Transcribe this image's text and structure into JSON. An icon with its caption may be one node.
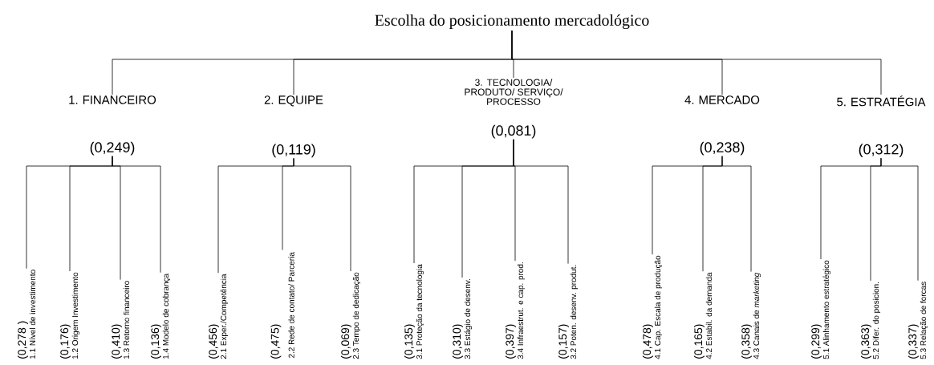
{
  "diagram": {
    "nodes": [
      {
        "text": [
          "Escolha do posicionamento mercadológico"
        ]
      },
      {
        "text": [
          "1. FINANCEIRO",
          "(0,249)"
        ]
      },
      {
        "text": [
          "2. EQUIPE",
          "(0,119)"
        ]
      },
      {
        "text": [
          "3. TECNOLOGIA/ PRODUTO/ SERVIÇO/ PROCESSO",
          "(0,081)"
        ]
      },
      {
        "text": [
          "4. MERCADO",
          "(0,238)"
        ]
      },
      {
        "text": [
          "5. ESTRATÉGIA",
          "(0,312)"
        ]
      },
      {
        "text": [
          "(0,278 )",
          "1.1 Nível de investimento"
        ]
      },
      {
        "text": [
          "(0,176)",
          "1.2 Origem Investimento"
        ]
      },
      {
        "text": [
          "(0,410)",
          "1.3 Retorno financeiro"
        ]
      },
      {
        "text": [
          "(0,136)",
          "1.4 Modelo de cobrança"
        ]
      },
      {
        "text": [
          "(0,456)",
          "2.1 Exper./Competência"
        ]
      },
      {
        "text": [
          "(0,475)",
          "2.2 Rede de contato/ Parceria"
        ]
      },
      {
        "text": [
          "(0,069)",
          "2.3 Tempo de dedicação"
        ]
      },
      {
        "text": [
          "(0,135)",
          "3.1 Proteção da tecnologia"
        ]
      },
      {
        "text": [
          "(0,310)",
          "3.3 Estágio de desenv."
        ]
      },
      {
        "text": [
          "(0,397)",
          "3.4 Infraestrut. e cap. prod."
        ]
      },
      {
        "text": [
          "(0,157)",
          "3.2 Poten. desenv. produt."
        ]
      },
      {
        "text": [
          "(0,478)",
          "4.1 Cap. Escala de produção"
        ]
      },
      {
        "text": [
          "(0,165)",
          "4.2 Estabil. da demanda"
        ]
      },
      {
        "text": [
          "(0,358)",
          "4.3 Canais de *marketing*"
        ]
      },
      {
        "text": [
          "(0,299)",
          "5.1 Alinhamento estratégico"
        ]
      },
      {
        "text": [
          "(0,363)",
          "5.2 Difer. do posicion."
        ]
      },
      {
        "text": [
          "(0,337)",
          "5.3 Relação de forcas"
        ]
      }
    ],
    "edges": [
      {
        "from": 0,
        "to": 1,
        "arrow": "none"
      },
      {
        "from": 0,
        "to": 2,
        "arrow": "none"
      },
      {
        "from": 0,
        "to": 3,
        "arrow": "none"
      },
      {
        "from": 0,
        "to": 4,
        "arrow": "none"
      },
      {
        "from": 0,
        "to": 5,
        "arrow": "none"
      },
      {
        "from": 1,
        "to": 6,
        "arrow": "none"
      },
      {
        "from": 1,
        "to": 7,
        "arrow": "none"
      },
      {
        "from": 1,
        "to": 8,
        "arrow": "none"
      },
      {
        "from": 1,
        "to": 9,
        "arrow": "none"
      },
      {
        "from": 2,
        "to": 10,
        "arrow": "none"
      },
      {
        "from": 2,
        "to": 11,
        "arrow": "none"
      },
      {
        "from": 2,
        "to": 12,
        "arrow": "none"
      },
      {
        "from": 3,
        "to": 13,
        "arrow": "none"
      },
      {
        "from": 3,
        "to": 14,
        "arrow": "none"
      },
      {
        "from": 3,
        "to": 15,
        "arrow": "none"
      },
      {
        "from": 3,
        "to": 16,
        "arrow": "none"
      },
      {
        "from": 4,
        "to": 17,
        "arrow": "none"
      },
      {
        "from": 4,
        "to": 18,
        "arrow": "none"
      },
      {
        "from": 4,
        "to": 19,
        "arrow": "none"
      },
      {
        "from": 5,
        "to": 20,
        "arrow": "none"
      },
      {
        "from": 5,
        "to": 21,
        "arrow": "none"
      },
      {
        "from": 5,
        "to": 22,
        "arrow": "none"
      }
    ]
  }
}
